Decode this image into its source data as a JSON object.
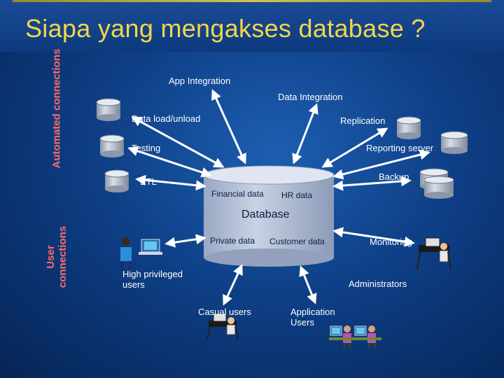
{
  "title": "Siapa yang mengakses database ?",
  "side_labels": {
    "automated": "Automated connections",
    "user": "User connections"
  },
  "center": {
    "name": "Database",
    "compartments": [
      "Financial data",
      "HR data",
      "Private data",
      "Customer data"
    ]
  },
  "connections": {
    "app_integration": "App Integration",
    "data_integration": "Data Integration",
    "data_load": "Data load/unload",
    "replication": "Replication",
    "testing": "Testing",
    "reporting_server": "Reporting server",
    "etl": "ETL",
    "backup": "Backup",
    "high_privileged": "High privileged users",
    "monitoring": "Monitoring",
    "administrators": "Administrators",
    "casual_users": "Casual users",
    "application_users": "Application Users"
  },
  "colors": {
    "title": "#f3d64a",
    "side_label": "#ff6b6b",
    "cylinder": "#c4ccd8"
  }
}
